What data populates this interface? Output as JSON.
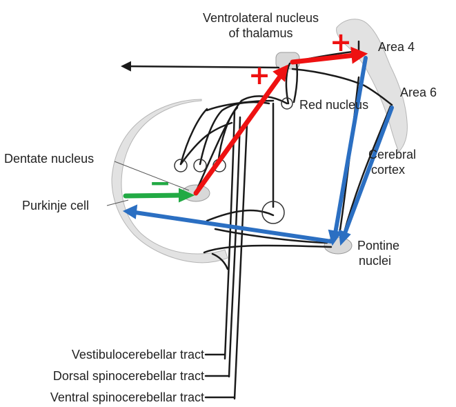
{
  "labels": {
    "thalamus_line1": "Ventrolateral nucleus",
    "thalamus_line2": "of thalamus",
    "area4": "Area 4",
    "area6": "Area 6",
    "red_nucleus": "Red nucleus",
    "cortex_line1": "Cerebral",
    "cortex_line2": "cortex",
    "dentate": "Dentate nucleus",
    "purkinje": "Purkinje cell",
    "pontine_line1": "Pontine",
    "pontine_line2": "nuclei",
    "vestibulo": "Vestibulocerebellar tract",
    "dorsal": "Dorsal spinocerebellar tract",
    "ventral": "Ventral spinocerebellar tract"
  },
  "signs": {
    "thalamus_sign": "+",
    "cortex_sign": "+",
    "purkinje_sign": "−"
  },
  "colors": {
    "excitatory": "#ee1111",
    "inhibitory": "#22aa44",
    "corticopontine": "#2b6fc2",
    "pathway": "#1a1a1a",
    "tissue": "#e2e2e2"
  }
}
